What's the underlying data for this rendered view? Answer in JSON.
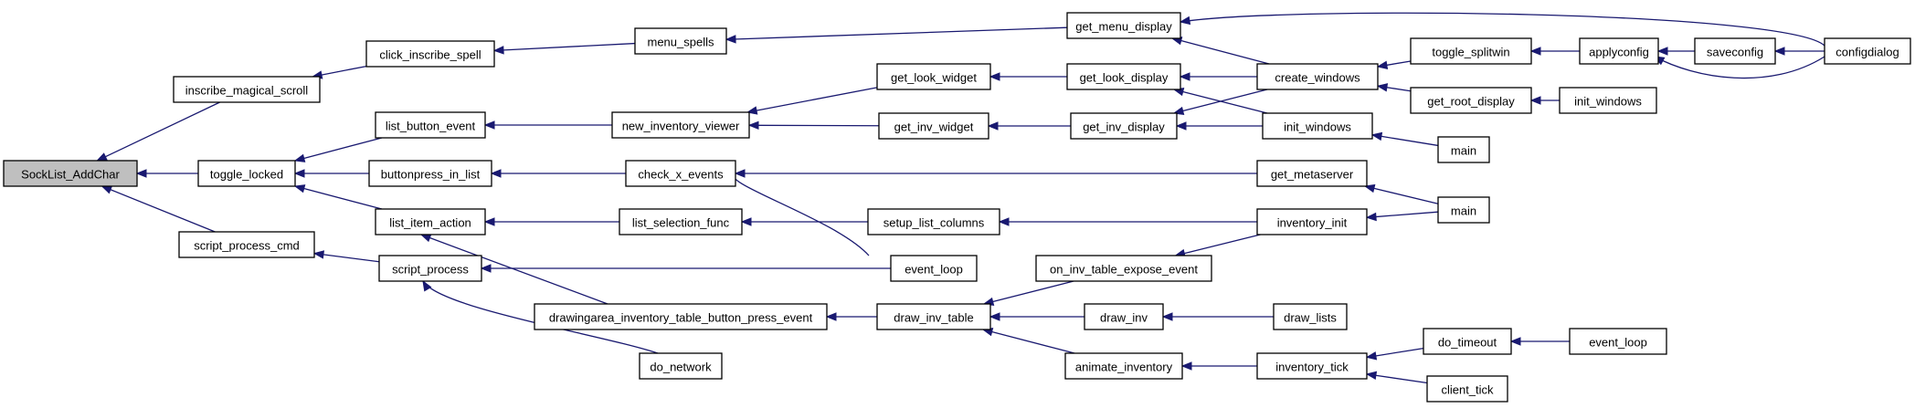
{
  "diagram": {
    "nodes": [
      {
        "id": "n0",
        "label": "SockList_AddChar",
        "root": true
      },
      {
        "id": "n1",
        "label": "inscribe_magical_scroll"
      },
      {
        "id": "n2",
        "label": "toggle_locked"
      },
      {
        "id": "n3",
        "label": "script_process_cmd"
      },
      {
        "id": "n4",
        "label": "click_inscribe_spell"
      },
      {
        "id": "n5",
        "label": "list_button_event"
      },
      {
        "id": "n6",
        "label": "buttonpress_in_list"
      },
      {
        "id": "n7",
        "label": "list_item_action"
      },
      {
        "id": "n8",
        "label": "script_process"
      },
      {
        "id": "n9",
        "label": "menu_spells"
      },
      {
        "id": "n10",
        "label": "new_inventory_viewer"
      },
      {
        "id": "n11",
        "label": "check_x_events"
      },
      {
        "id": "n12",
        "label": "list_selection_func"
      },
      {
        "id": "n13",
        "label": "drawingarea_inventory_table_button_press_event"
      },
      {
        "id": "n14",
        "label": "do_network"
      },
      {
        "id": "n15",
        "label": "get_look_widget"
      },
      {
        "id": "n16",
        "label": "get_inv_widget"
      },
      {
        "id": "n17",
        "label": "setup_list_columns"
      },
      {
        "id": "n18",
        "label": "event_loop"
      },
      {
        "id": "n19",
        "label": "draw_inv_table"
      },
      {
        "id": "n20",
        "label": "get_menu_display"
      },
      {
        "id": "n21",
        "label": "get_look_display"
      },
      {
        "id": "n22",
        "label": "get_inv_display"
      },
      {
        "id": "n23",
        "label": "on_inv_table_expose_event"
      },
      {
        "id": "n24",
        "label": "draw_inv"
      },
      {
        "id": "n25",
        "label": "animate_inventory"
      },
      {
        "id": "n26",
        "label": "create_windows"
      },
      {
        "id": "n27",
        "label": "init_windows"
      },
      {
        "id": "n28",
        "label": "main"
      },
      {
        "id": "n29",
        "label": "get_metaserver"
      },
      {
        "id": "n30",
        "label": "inventory_init"
      },
      {
        "id": "n31",
        "label": "draw_lists"
      },
      {
        "id": "n32",
        "label": "inventory_tick"
      },
      {
        "id": "n33",
        "label": "toggle_splitwin"
      },
      {
        "id": "n34",
        "label": "get_root_display"
      },
      {
        "id": "n35",
        "label": "main"
      },
      {
        "id": "n36",
        "label": "do_timeout"
      },
      {
        "id": "n37",
        "label": "client_tick"
      },
      {
        "id": "n38",
        "label": "applyconfig"
      },
      {
        "id": "n39",
        "label": "init_windows"
      },
      {
        "id": "n40",
        "label": "event_loop"
      },
      {
        "id": "n41",
        "label": "saveconfig"
      },
      {
        "id": "n42",
        "label": "configdialog"
      }
    ],
    "edges": [
      {
        "from": "n1",
        "to": "n0"
      },
      {
        "from": "n2",
        "to": "n0"
      },
      {
        "from": "n3",
        "to": "n0"
      },
      {
        "from": "n4",
        "to": "n1"
      },
      {
        "from": "n5",
        "to": "n2"
      },
      {
        "from": "n6",
        "to": "n2"
      },
      {
        "from": "n7",
        "to": "n2"
      },
      {
        "from": "n8",
        "to": "n3"
      },
      {
        "from": "n9",
        "to": "n4"
      },
      {
        "from": "n10",
        "to": "n5"
      },
      {
        "from": "n11",
        "to": "n6"
      },
      {
        "from": "n12",
        "to": "n7"
      },
      {
        "from": "n13",
        "to": "n7"
      },
      {
        "from": "n18",
        "to": "n8"
      },
      {
        "from": "n14",
        "to": "n8"
      },
      {
        "from": "n20",
        "to": "n9"
      },
      {
        "from": "n15",
        "to": "n10"
      },
      {
        "from": "n16",
        "to": "n10"
      },
      {
        "from": "n29",
        "to": "n11"
      },
      {
        "from": "n18",
        "to": "n11"
      },
      {
        "from": "n17",
        "to": "n12"
      },
      {
        "from": "n19",
        "to": "n13"
      },
      {
        "from": "n21",
        "to": "n15"
      },
      {
        "from": "n22",
        "to": "n16"
      },
      {
        "from": "n30",
        "to": "n17"
      },
      {
        "from": "n23",
        "to": "n19"
      },
      {
        "from": "n24",
        "to": "n19"
      },
      {
        "from": "n25",
        "to": "n19"
      },
      {
        "from": "n26",
        "to": "n20"
      },
      {
        "from": "n42",
        "to": "n20"
      },
      {
        "from": "n26",
        "to": "n21"
      },
      {
        "from": "n27",
        "to": "n21"
      },
      {
        "from": "n26",
        "to": "n22"
      },
      {
        "from": "n27",
        "to": "n22"
      },
      {
        "from": "n30",
        "to": "n23"
      },
      {
        "from": "n31",
        "to": "n24"
      },
      {
        "from": "n32",
        "to": "n25"
      },
      {
        "from": "n33",
        "to": "n26"
      },
      {
        "from": "n34",
        "to": "n26"
      },
      {
        "from": "n28",
        "to": "n27"
      },
      {
        "from": "n35",
        "to": "n29"
      },
      {
        "from": "n35",
        "to": "n30"
      },
      {
        "from": "n36",
        "to": "n32"
      },
      {
        "from": "n37",
        "to": "n32"
      },
      {
        "from": "n38",
        "to": "n33"
      },
      {
        "from": "n39",
        "to": "n34"
      },
      {
        "from": "n40",
        "to": "n36"
      },
      {
        "from": "n41",
        "to": "n38"
      },
      {
        "from": "n42",
        "to": "n38"
      },
      {
        "from": "n42",
        "to": "n41"
      }
    ]
  },
  "colors": {
    "edge": "#191970",
    "root_fill": "#bfbfbf",
    "node_fill": "#ffffff",
    "node_stroke": "#000000"
  }
}
